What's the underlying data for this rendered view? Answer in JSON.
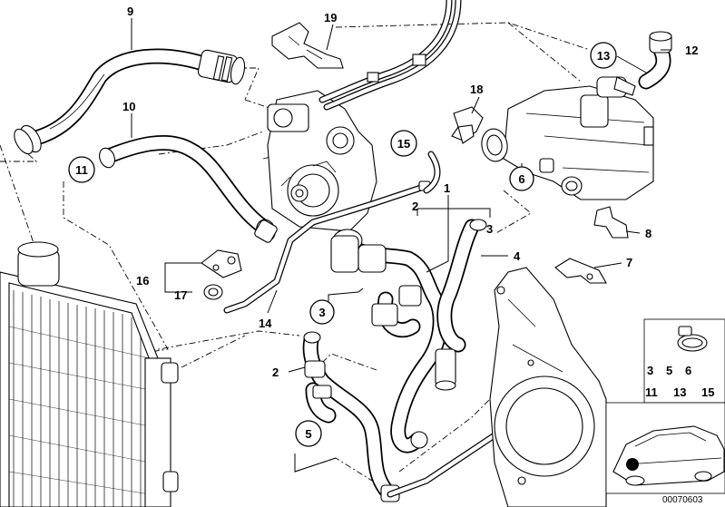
{
  "labels": {
    "l1": "1",
    "l2a": "2",
    "l3a": "3",
    "l4": "4",
    "l7": "7",
    "l8": "8",
    "l9": "9",
    "l10": "10",
    "l12": "12",
    "l14": "14",
    "l16": "16",
    "l17": "17",
    "l18": "18",
    "l19": "19",
    "l2b": "2",
    "c3": "3",
    "c5": "5",
    "c6": "6",
    "c11": "11",
    "c13": "13",
    "c15": "15"
  },
  "inset_labels": {
    "row1": [
      "3",
      "5",
      "6"
    ],
    "row2": [
      "11",
      "13",
      "15"
    ]
  },
  "doc_id": "00070603"
}
